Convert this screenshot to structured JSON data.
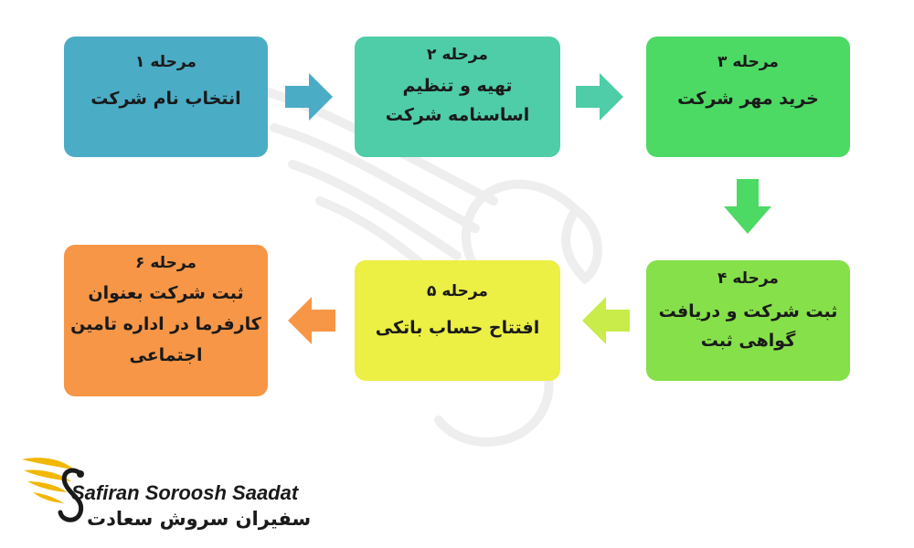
{
  "steps": [
    {
      "stage": "مرحله ۱",
      "lines": [
        "انتخاب نام شرکت"
      ],
      "color": "#4bacc6"
    },
    {
      "stage": "مرحله ۲",
      "lines": [
        "تهیه و تنظیم",
        "اساسنامه شرکت"
      ],
      "color": "#4ecda8"
    },
    {
      "stage": "مرحله ۳",
      "lines": [
        "خرید مهر شرکت"
      ],
      "color": "#4cd964"
    },
    {
      "stage": "مرحله ۴",
      "lines": [
        "ثبت شرکت و دریافت",
        "گواهی ثبت"
      ],
      "color": "#86e04a"
    },
    {
      "stage": "مرحله ۵",
      "lines": [
        "افتتاح حساب باتکی"
      ],
      "color": "#ecef44"
    },
    {
      "stage": "مرحله ۶",
      "lines": [
        "ثبت شرکت بعنوان",
        "کارفرما در اداره تامین",
        "اجتماعی"
      ],
      "color": "#f79646"
    }
  ],
  "arrows": [
    {
      "direction": "right",
      "color": "#4bacc6"
    },
    {
      "direction": "right",
      "color": "#4ecda8"
    },
    {
      "direction": "down",
      "color": "#4cd964"
    },
    {
      "direction": "left",
      "color": "#c9ec4a"
    },
    {
      "direction": "left",
      "color": "#f79646"
    }
  ],
  "logo": {
    "name_en": "Safiran Soroosh Saadat",
    "name_fa": "سفیران سروش سعادت",
    "accent": "#f2b705"
  }
}
